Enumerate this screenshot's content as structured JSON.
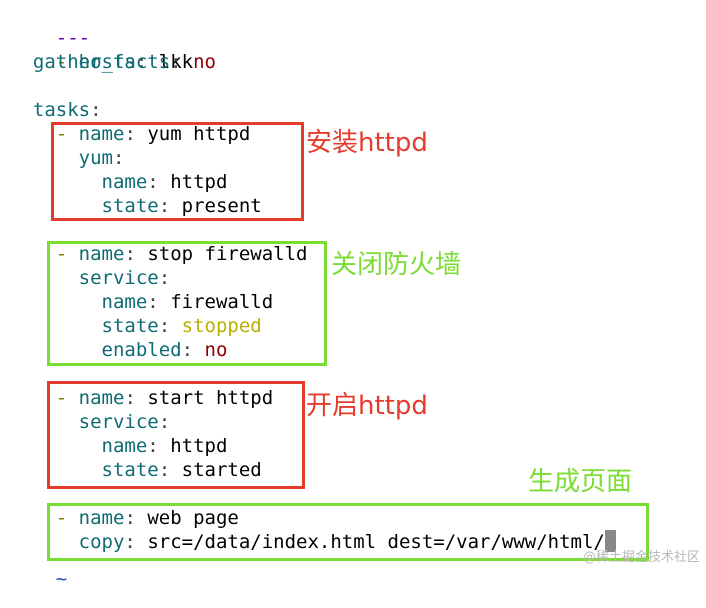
{
  "editor": {
    "doc_start": "---",
    "dash": "-",
    "hosts_key": "hosts",
    "hosts_val": "lkk",
    "gather_key": "gather_facts",
    "gather_val": "no",
    "tasks_key": "tasks",
    "tasks": [
      {
        "name_key": "name",
        "name_val": "yum httpd",
        "module_key": "yum",
        "params": [
          {
            "key": "name",
            "val": "httpd"
          },
          {
            "key": "state",
            "val": "present"
          }
        ]
      },
      {
        "name_key": "name",
        "name_val": "stop firewalld",
        "module_key": "service",
        "params": [
          {
            "key": "name",
            "val": "firewalld"
          },
          {
            "key": "state",
            "val": "stopped"
          },
          {
            "key": "enabled",
            "val": "no"
          }
        ]
      },
      {
        "name_key": "name",
        "name_val": "start httpd",
        "module_key": "service",
        "params": [
          {
            "key": "name",
            "val": "httpd"
          },
          {
            "key": "state",
            "val": "started"
          }
        ]
      },
      {
        "name_key": "name",
        "name_val": "web page",
        "module_key": "copy",
        "module_val": "src=/data/index.html dest=/var/www/html/"
      }
    ],
    "tilde": "~"
  },
  "annotations": {
    "install": "安装httpd",
    "stop_fw": "关闭防火墙",
    "start": "开启httpd",
    "page": "生成页面"
  },
  "watermark": "@稀土掘金技术社区",
  "colors": {
    "red": "#e53b2c",
    "green": "#7bdc33"
  }
}
